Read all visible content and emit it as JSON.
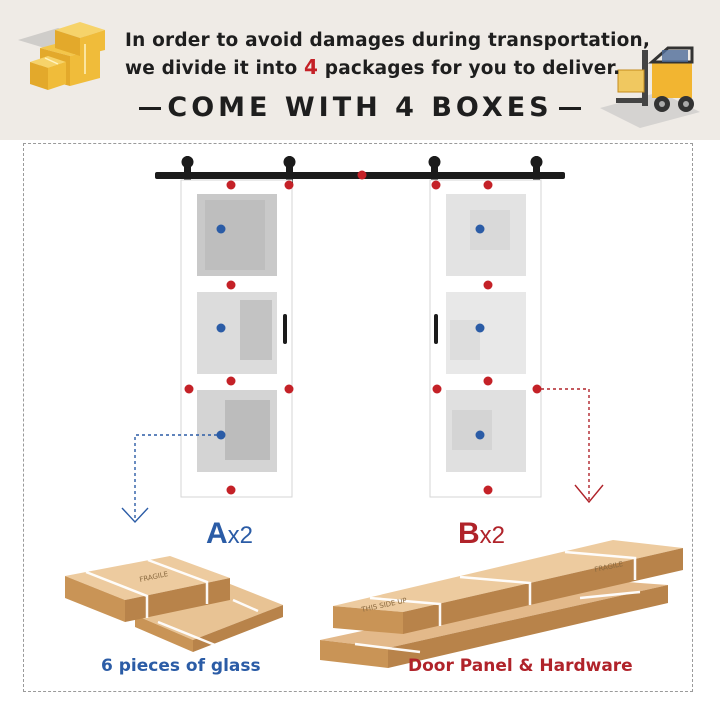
{
  "header": {
    "line1": "In order to avoid damages during transportation,",
    "line2_before": "we divide it into ",
    "line2_number": "4",
    "line2_after": " packages for you to deliver.",
    "headline": "COME WITH 4 BOXES"
  },
  "labels": {
    "a_letter": "A",
    "a_qty": "x2",
    "b_letter": "B",
    "b_qty": "x2"
  },
  "captions": {
    "a": "6 pieces of glass",
    "b": "Door Panel & Hardware"
  },
  "colors": {
    "accent_blue": "#2b5ca6",
    "accent_red": "#b0232a",
    "cardboard": "#d9a96e",
    "header_bg": "#efebe6"
  },
  "icons": [
    "boxes-icon",
    "forklift-icon",
    "barn-door-rail",
    "door-handle-icon",
    "arrow-down-icon"
  ]
}
